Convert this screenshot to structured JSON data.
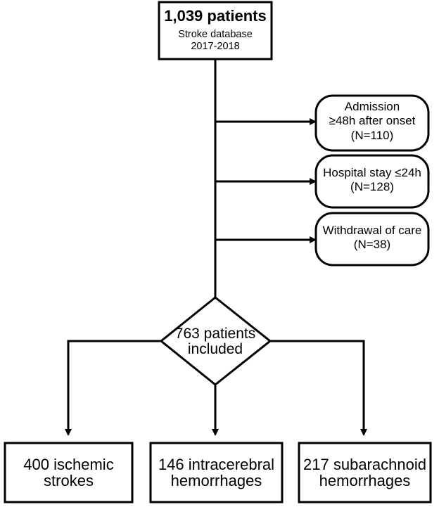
{
  "start": {
    "count_label": "1,039 patients",
    "source": "Stroke database",
    "years": "2017-2018"
  },
  "exclusions": [
    {
      "line1": "Admission",
      "line2": "≥48h after onset",
      "line3": "(N=110)"
    },
    {
      "line1": "Hospital stay ≤24h",
      "line2": "(N=128)"
    },
    {
      "line1": "Withdrawal of care",
      "line2": "(N=38)"
    }
  ],
  "included": {
    "line1": "763 patients",
    "line2": "included"
  },
  "outcomes": [
    {
      "line1": "400 ischemic",
      "line2": "strokes"
    },
    {
      "line1": "146 intracerebral",
      "line2": "hemorrhages"
    },
    {
      "line1": "217 subarachnoid",
      "line2": "hemorrhages"
    }
  ]
}
